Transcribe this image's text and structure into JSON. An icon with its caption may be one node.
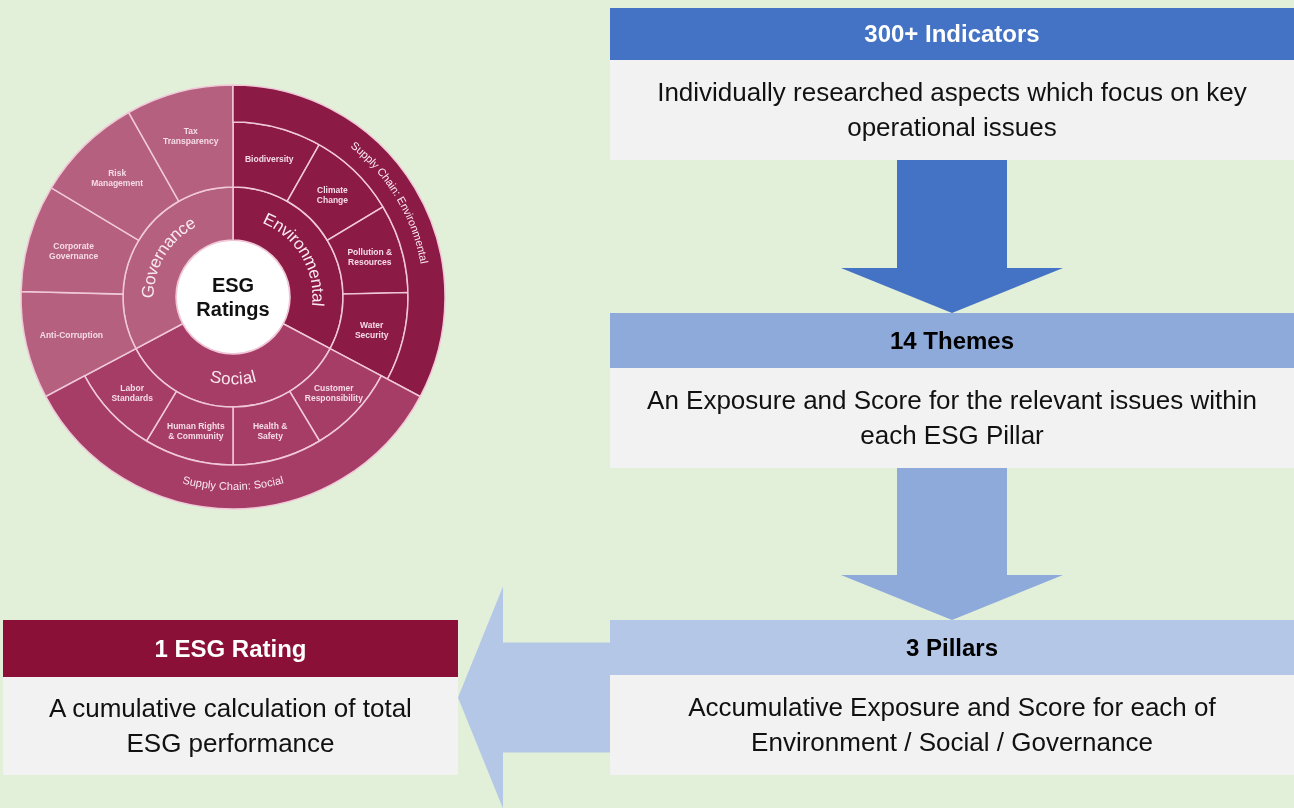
{
  "diagram": {
    "nodes": [
      {
        "text": [
          "ESG Ratings"
        ]
      },
      {
        "text": [
          "Environmental"
        ]
      },
      {
        "text": [
          "Social"
        ]
      },
      {
        "text": [
          "Governance"
        ]
      },
      {
        "text": [
          "Biodiversity"
        ]
      },
      {
        "text": [
          "Climate Change"
        ]
      },
      {
        "text": [
          "Pollution & Resources"
        ]
      },
      {
        "text": [
          "Water Security"
        ]
      },
      {
        "text": [
          "Customer Responsibility"
        ]
      },
      {
        "text": [
          "Health & Safety"
        ]
      },
      {
        "text": [
          "Human Rights & Community"
        ]
      },
      {
        "text": [
          "Labor Standards"
        ]
      },
      {
        "text": [
          "Anti-Corruption"
        ]
      },
      {
        "text": [
          "Corporate Governance"
        ]
      },
      {
        "text": [
          "Risk Management"
        ]
      },
      {
        "text": [
          "Tax Transparency"
        ]
      },
      {
        "text": [
          "Supply Chain: Environmental"
        ]
      },
      {
        "text": [
          "Supply Chain: Social"
        ]
      },
      {
        "text": [
          "300+ Indicators",
          "Individually researched aspects which focus on key operational issues"
        ]
      },
      {
        "text": [
          "14 Themes",
          "An Exposure and Score for the relevant issues within each ESG Pillar"
        ]
      },
      {
        "text": [
          "3 Pillars",
          "Accumulative Exposure and Score for each of Environment / Social / Governance"
        ]
      },
      {
        "text": [
          "1 ESG Rating",
          "A cumulative calculation of total ESG performance"
        ]
      }
    ],
    "edges": [
      {
        "from": 18,
        "to": 19,
        "arrow": "to",
        "color": "#4472c4"
      },
      {
        "from": 19,
        "to": 20,
        "arrow": "to",
        "color": "#8eaadb"
      },
      {
        "from": 20,
        "to": 21,
        "arrow": "to",
        "color": "#b4c7e7"
      }
    ]
  }
}
